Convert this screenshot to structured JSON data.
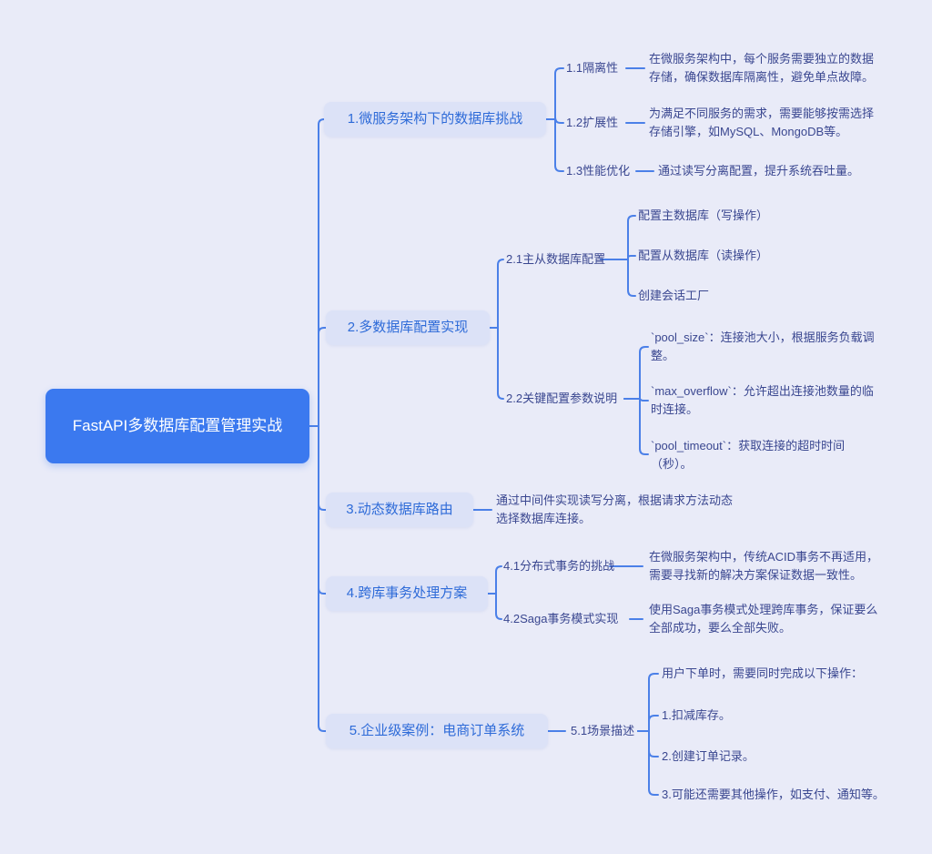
{
  "colors": {
    "background": "#e9ebf8",
    "root_bg": "#3b79ef",
    "root_text": "#ffffff",
    "branch_bg": "#dce2f7",
    "branch_text": "#2e6bd8",
    "leaf_text": "#3a4790",
    "connector": "#4b80e8"
  },
  "root": {
    "title": "FastAPI多数据库配置管理实战"
  },
  "branches": [
    {
      "label": "1.微服务架构下的数据库挑战",
      "children": [
        {
          "label": "1.1隔离性",
          "detail": "在微服务架构中，每个服务需要独立的数据存储，确保数据库隔离性，避免单点故障。"
        },
        {
          "label": "1.2扩展性",
          "detail": "为满足不同服务的需求，需要能够按需选择存储引擎，如MySQL、MongoDB等。"
        },
        {
          "label": "1.3性能优化",
          "detail": "通过读写分离配置，提升系统吞吐量。"
        }
      ]
    },
    {
      "label": "2.多数据库配置实现",
      "children": [
        {
          "label": "2.1主从数据库配置",
          "items": [
            "配置主数据库（写操作）",
            "配置从数据库（读操作）",
            "创建会话工厂"
          ]
        },
        {
          "label": "2.2关键配置参数说明",
          "items": [
            "`pool_size`：连接池大小，根据服务负载调整。",
            "`max_overflow`：允许超出连接池数量的临时连接。",
            "`pool_timeout`：获取连接的超时时间（秒）。"
          ]
        }
      ]
    },
    {
      "label": "3.动态数据库路由",
      "detail": "通过中间件实现读写分离，根据请求方法动态选择数据库连接。"
    },
    {
      "label": "4.跨库事务处理方案",
      "children": [
        {
          "label": "4.1分布式事务的挑战",
          "detail": "在微服务架构中，传统ACID事务不再适用，需要寻找新的解决方案保证数据一致性。"
        },
        {
          "label": "4.2Saga事务模式实现",
          "detail": "使用Saga事务模式处理跨库事务，保证要么全部成功，要么全部失败。"
        }
      ]
    },
    {
      "label": "5.企业级案例：电商订单系统",
      "children": [
        {
          "label": "5.1场景描述",
          "items": [
            "用户下单时，需要同时完成以下操作：",
            "1.扣减库存。",
            "2.创建订单记录。",
            "3.可能还需要其他操作，如支付、通知等。"
          ]
        }
      ]
    }
  ]
}
